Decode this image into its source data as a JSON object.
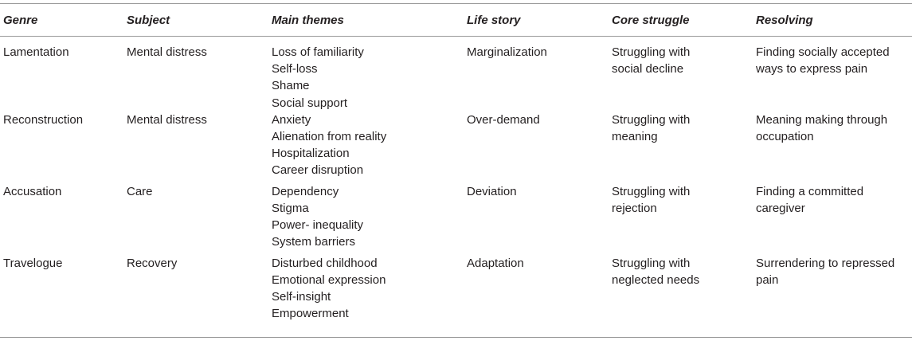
{
  "table": {
    "headers": [
      "Genre",
      "Subject",
      "Main themes",
      "Life story",
      "Core struggle",
      "Resolving"
    ],
    "rows": [
      {
        "genre": "Lamentation",
        "subject": "Mental distress",
        "themes": [
          "Loss of familiarity",
          "Self-loss",
          "Shame",
          "Social support"
        ],
        "life_story": "Marginalization",
        "core_struggle": [
          "Struggling with",
          "social decline"
        ],
        "resolving": [
          "Finding socially accepted",
          "ways to express pain"
        ]
      },
      {
        "genre": "Reconstruction",
        "subject": "Mental distress",
        "themes": [
          "Anxiety",
          "Alienation from reality",
          "Hospitalization",
          "Career disruption"
        ],
        "life_story": "Over-demand",
        "core_struggle": [
          "Struggling with",
          "meaning"
        ],
        "resolving": [
          "Meaning making through",
          "occupation"
        ]
      },
      {
        "genre": "Accusation",
        "subject": "Care",
        "themes": [
          "Dependency",
          "Stigma",
          "Power- inequality",
          "System barriers"
        ],
        "life_story": "Deviation",
        "core_struggle": [
          "Struggling with",
          "rejection"
        ],
        "resolving": [
          "Finding a committed",
          "caregiver"
        ]
      },
      {
        "genre": "Travelogue",
        "subject": "Recovery",
        "themes": [
          "Disturbed childhood",
          "Emotional expression",
          "Self-insight",
          "Empowerment"
        ],
        "life_story": "Adaptation",
        "core_struggle": [
          "Struggling with",
          "neglected needs"
        ],
        "resolving": [
          "Surrendering to repressed",
          "pain"
        ]
      }
    ]
  }
}
